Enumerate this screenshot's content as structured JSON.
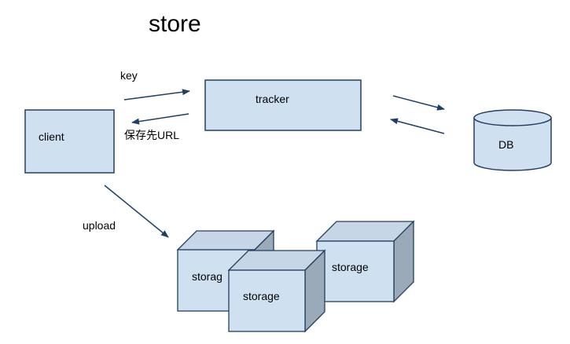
{
  "title": "store",
  "colors": {
    "box_fill": "#cfe0f1",
    "box_stroke": "#243f60",
    "cube_side": "#9aaab9",
    "cube_top": "#c6d6e6",
    "arrow": "#1f3f63"
  },
  "nodes": {
    "client": "client",
    "tracker": "tracker",
    "db": "DB",
    "storage1": "storag",
    "storage2": "storage",
    "storage3": "storage"
  },
  "edges": {
    "key": "key",
    "url": "保存先URL",
    "upload": "upload"
  }
}
